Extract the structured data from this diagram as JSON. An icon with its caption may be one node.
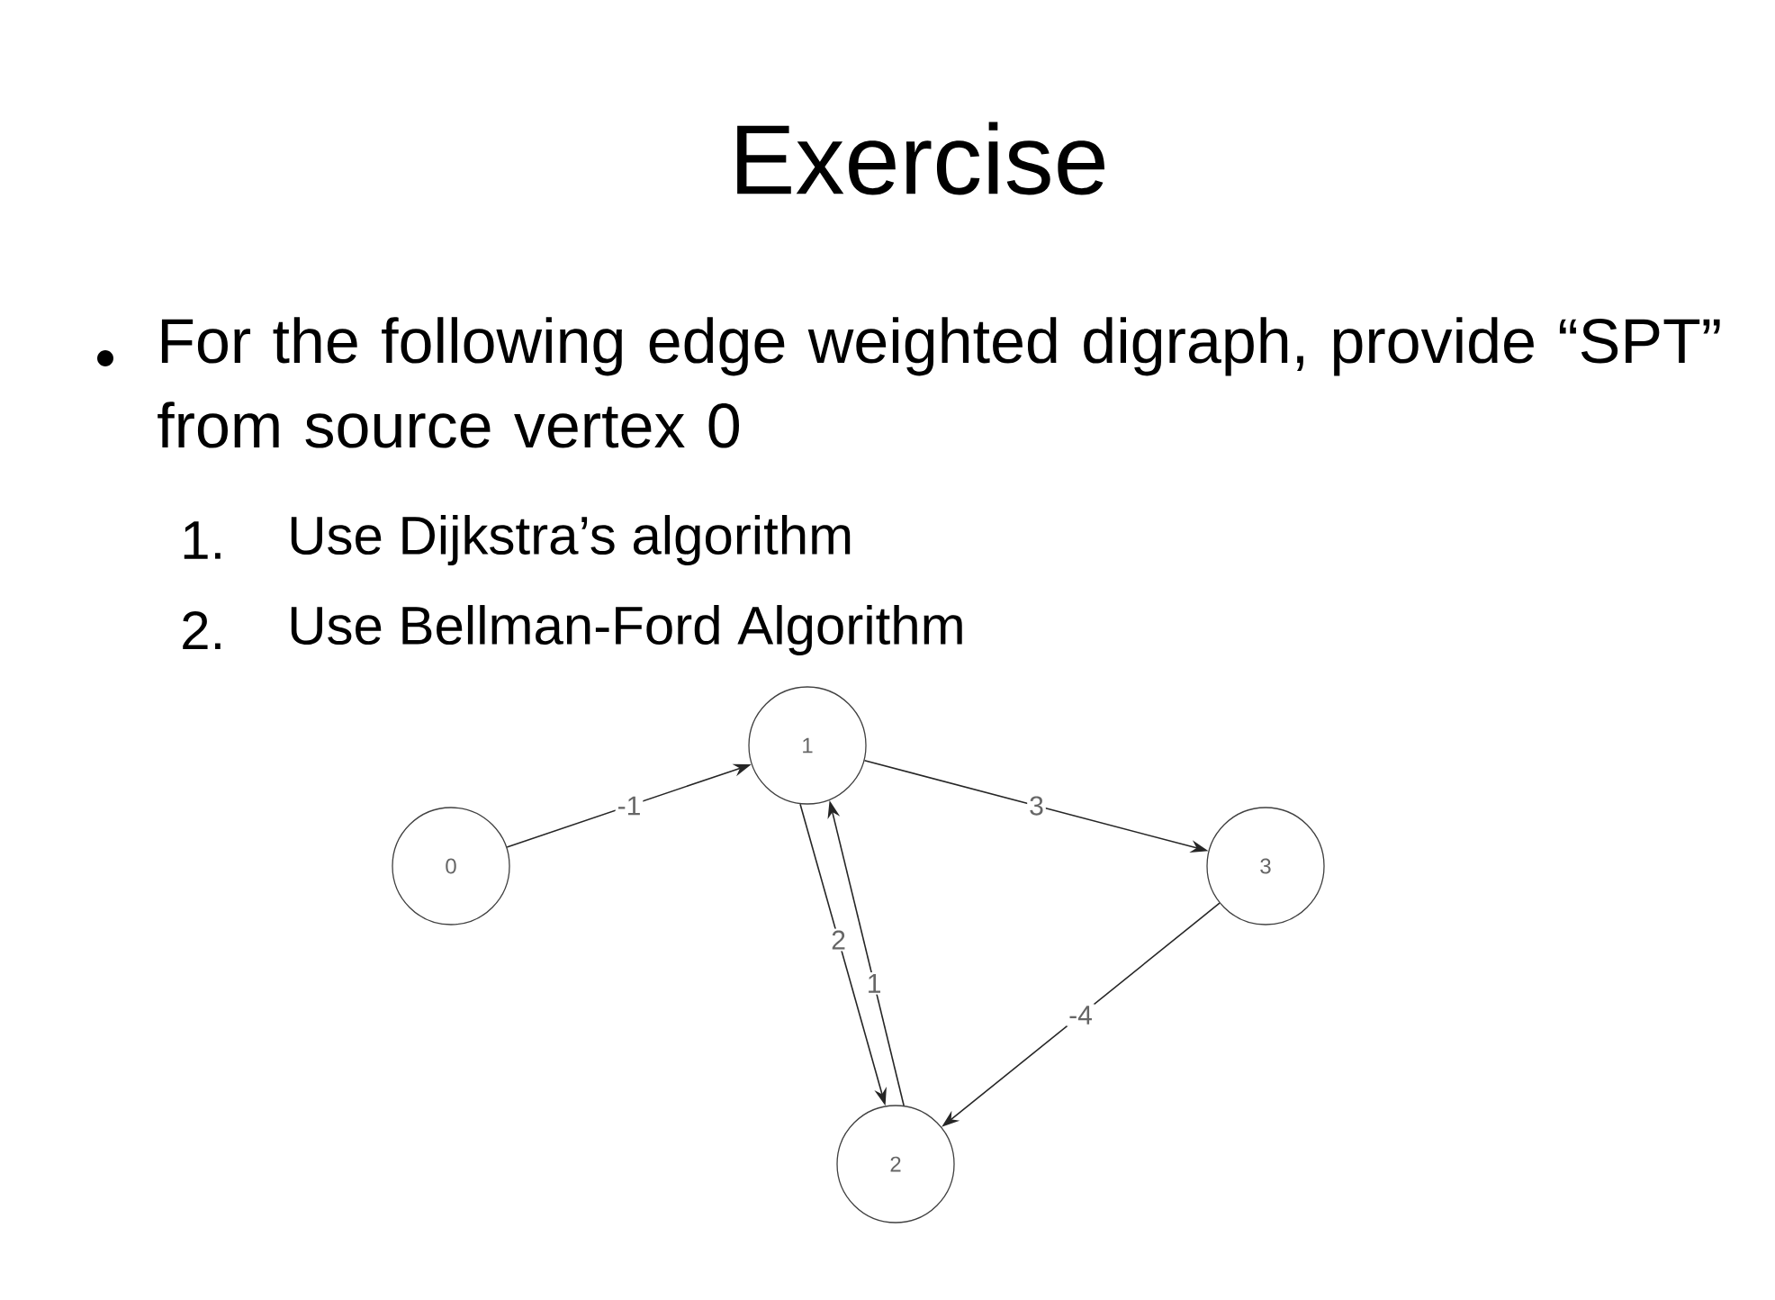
{
  "diagram": {
    "title": "Exercise",
    "nodes": [
      {
        "text": [
          "0"
        ]
      },
      {
        "text": [
          "1"
        ]
      },
      {
        "text": [
          "2"
        ]
      },
      {
        "text": [
          "3"
        ]
      }
    ],
    "edges": [
      {
        "from": 0,
        "to": 1,
        "arrow": "to",
        "label": "-1"
      },
      {
        "from": 1,
        "to": 3,
        "arrow": "to",
        "label": "3"
      },
      {
        "from": 1,
        "to": 2,
        "arrow": "to",
        "label": "2"
      },
      {
        "from": 2,
        "to": 1,
        "arrow": "to",
        "label": "1"
      },
      {
        "from": 3,
        "to": 2,
        "arrow": "to",
        "label": "-4"
      }
    ],
    "labels": [
      "For the following edge weighted digraph, provide “SPT” from source vertex 0",
      "1.",
      "Use Dijkstra’s algorithm",
      "2.",
      "Use Bellman-Ford Algorithm"
    ]
  }
}
